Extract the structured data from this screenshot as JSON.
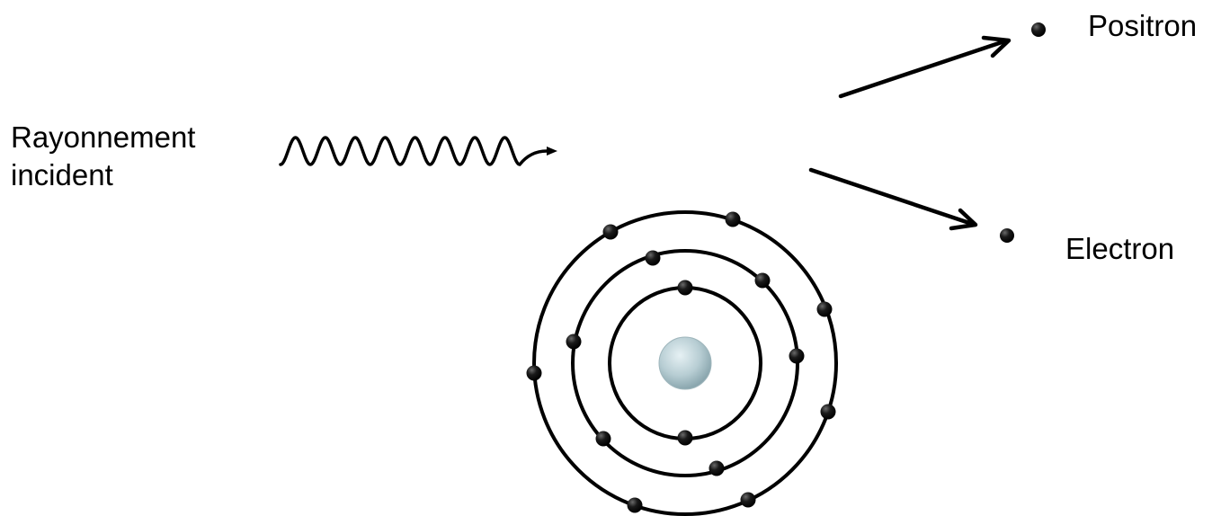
{
  "labels": {
    "incident_line1": "Rayonnement",
    "incident_line2": "incident",
    "positron": "Positron",
    "electron": "Electron"
  },
  "colors": {
    "ink": "#000000",
    "nucleus_light": "#e6f1f4",
    "nucleus_mid": "#b7cdd3",
    "nucleus_dark": "#8aa6ae"
  }
}
